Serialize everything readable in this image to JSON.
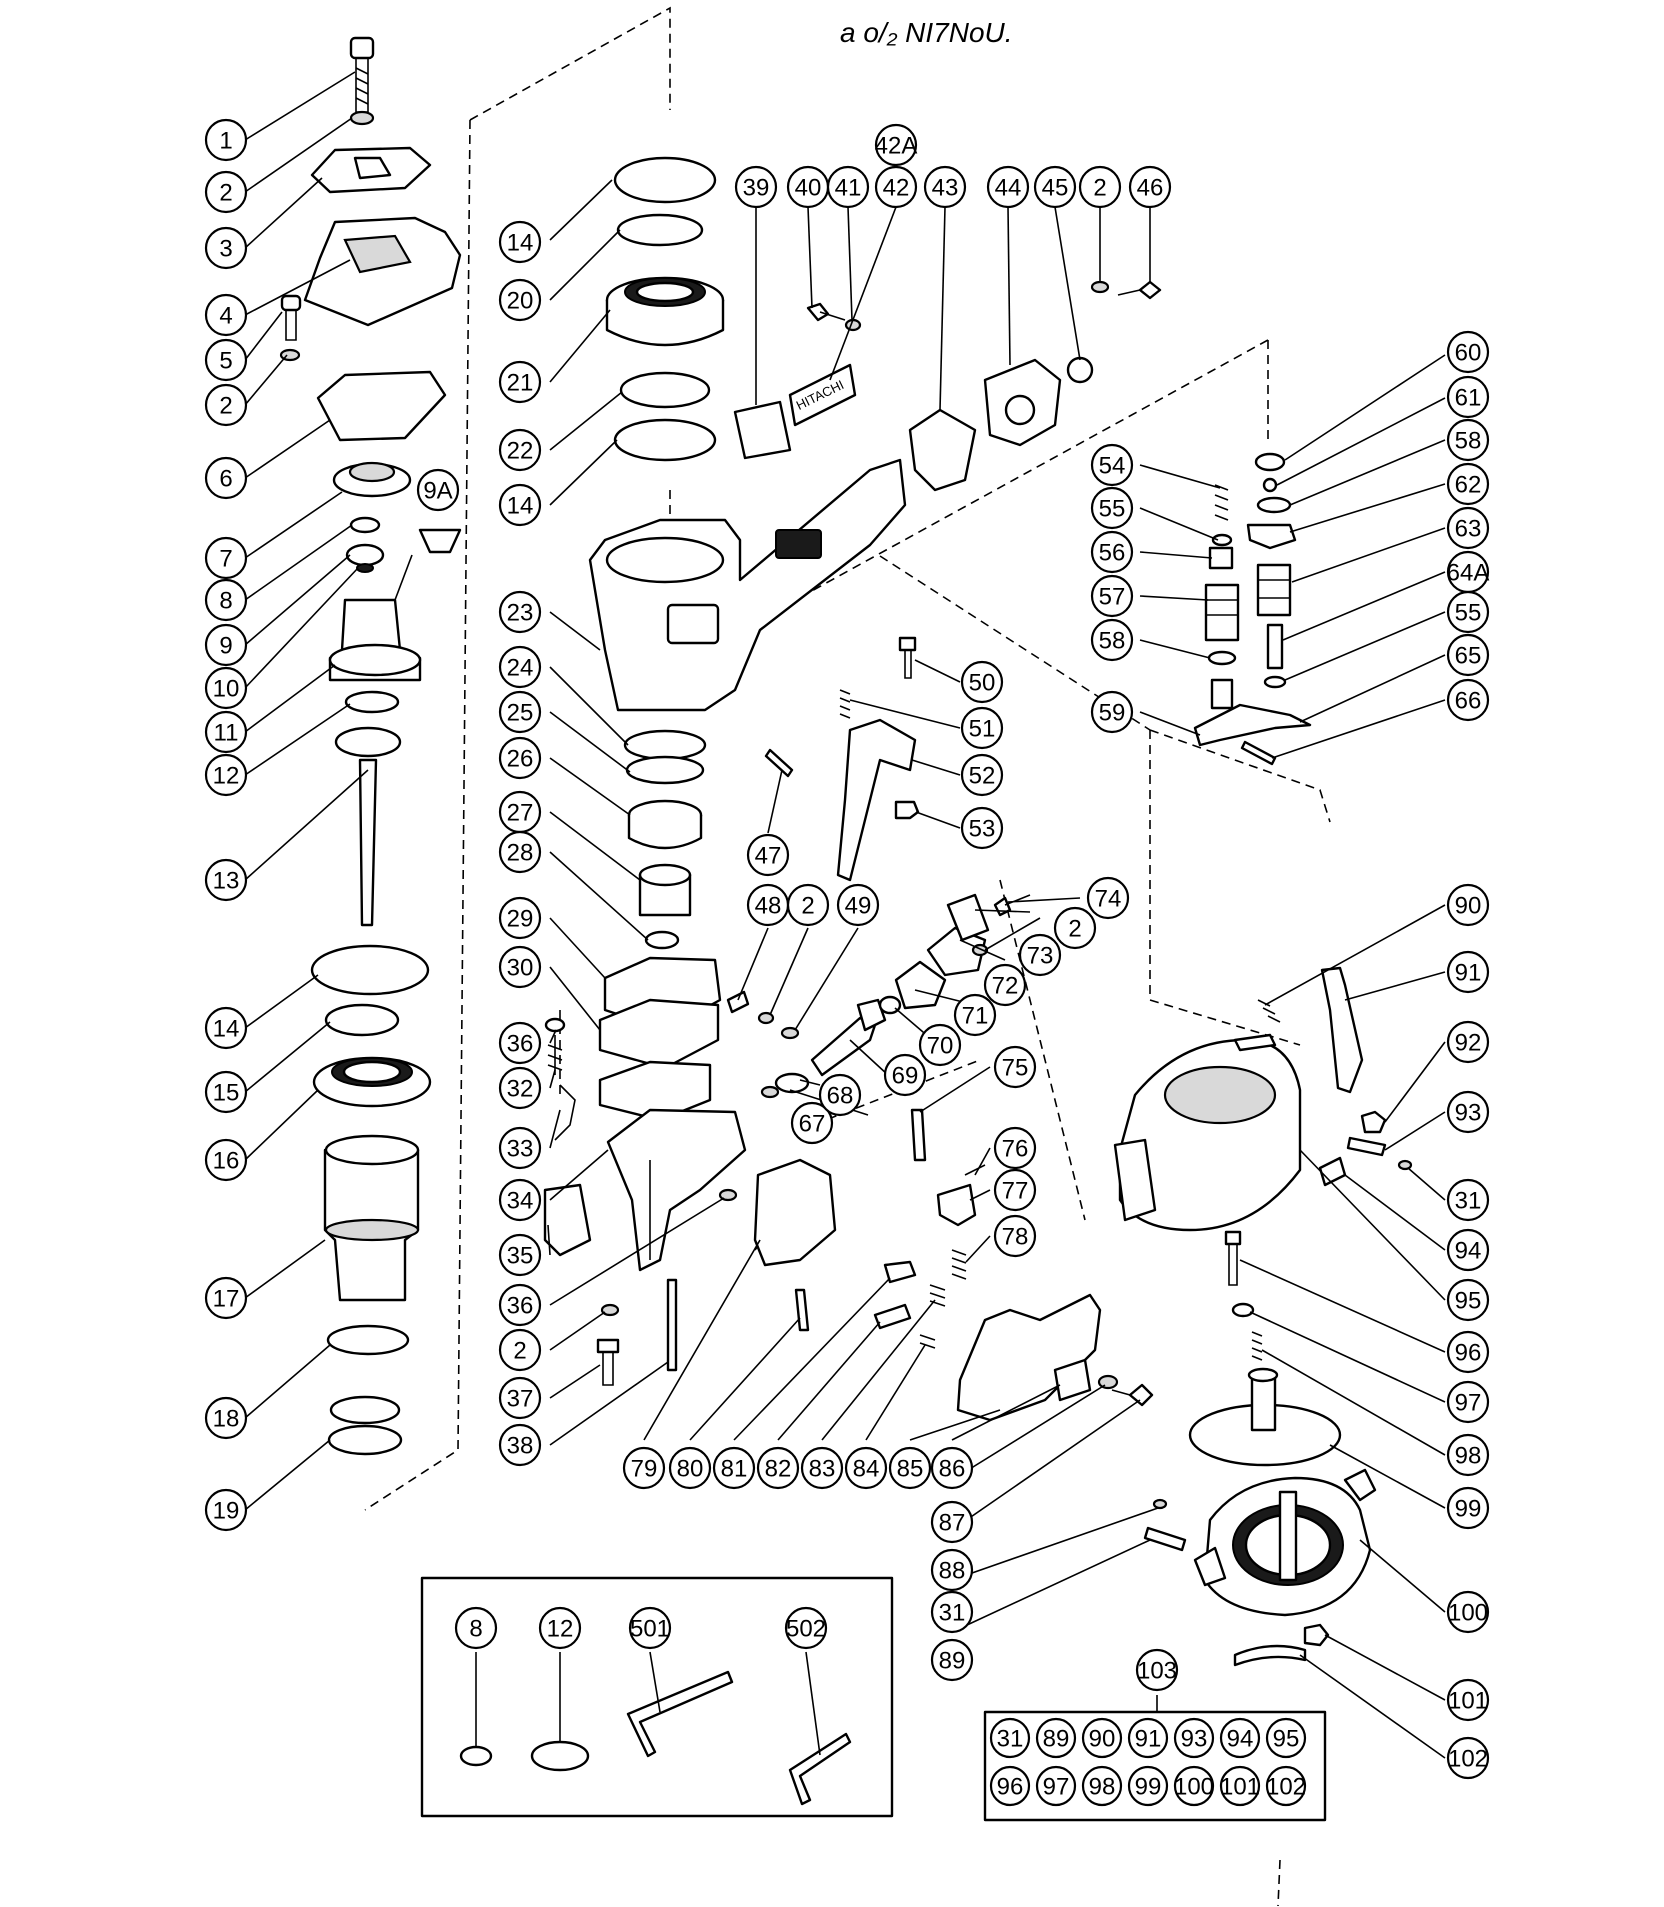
{
  "handwritten_note": "a o/₂ NI7NoU.",
  "brand_plate": "HITACHI",
  "callouts": [
    {
      "id": "1",
      "label": "1"
    },
    {
      "id": "2a",
      "label": "2"
    },
    {
      "id": "3",
      "label": "3"
    },
    {
      "id": "4",
      "label": "4"
    },
    {
      "id": "5",
      "label": "5"
    },
    {
      "id": "2b",
      "label": "2"
    },
    {
      "id": "6",
      "label": "6"
    },
    {
      "id": "7",
      "label": "7"
    },
    {
      "id": "8",
      "label": "8"
    },
    {
      "id": "9",
      "label": "9"
    },
    {
      "id": "9A",
      "label": "9A"
    },
    {
      "id": "10",
      "label": "10"
    },
    {
      "id": "11",
      "label": "11"
    },
    {
      "id": "12",
      "label": "12"
    },
    {
      "id": "13",
      "label": "13"
    },
    {
      "id": "14a",
      "label": "14"
    },
    {
      "id": "15",
      "label": "15"
    },
    {
      "id": "16",
      "label": "16"
    },
    {
      "id": "17",
      "label": "17"
    },
    {
      "id": "18",
      "label": "18"
    },
    {
      "id": "19",
      "label": "19"
    },
    {
      "id": "14b",
      "label": "14"
    },
    {
      "id": "20",
      "label": "20"
    },
    {
      "id": "21",
      "label": "21"
    },
    {
      "id": "22",
      "label": "22"
    },
    {
      "id": "14c",
      "label": "14"
    },
    {
      "id": "23",
      "label": "23"
    },
    {
      "id": "24",
      "label": "24"
    },
    {
      "id": "25",
      "label": "25"
    },
    {
      "id": "26",
      "label": "26"
    },
    {
      "id": "27",
      "label": "27"
    },
    {
      "id": "28",
      "label": "28"
    },
    {
      "id": "29",
      "label": "29"
    },
    {
      "id": "30",
      "label": "30"
    },
    {
      "id": "36a",
      "label": "36"
    },
    {
      "id": "32",
      "label": "32"
    },
    {
      "id": "33",
      "label": "33"
    },
    {
      "id": "34",
      "label": "34"
    },
    {
      "id": "35",
      "label": "35"
    },
    {
      "id": "36b",
      "label": "36"
    },
    {
      "id": "2c",
      "label": "2"
    },
    {
      "id": "37",
      "label": "37"
    },
    {
      "id": "38",
      "label": "38"
    },
    {
      "id": "39",
      "label": "39"
    },
    {
      "id": "40",
      "label": "40"
    },
    {
      "id": "41",
      "label": "41"
    },
    {
      "id": "42",
      "label": "42"
    },
    {
      "id": "42A",
      "label": "42A"
    },
    {
      "id": "43",
      "label": "43"
    },
    {
      "id": "44",
      "label": "44"
    },
    {
      "id": "45",
      "label": "45"
    },
    {
      "id": "2d",
      "label": "2"
    },
    {
      "id": "46",
      "label": "46"
    },
    {
      "id": "47",
      "label": "47"
    },
    {
      "id": "48",
      "label": "48"
    },
    {
      "id": "2e",
      "label": "2"
    },
    {
      "id": "49",
      "label": "49"
    },
    {
      "id": "50",
      "label": "50"
    },
    {
      "id": "51",
      "label": "51"
    },
    {
      "id": "52",
      "label": "52"
    },
    {
      "id": "53",
      "label": "53"
    },
    {
      "id": "54",
      "label": "54"
    },
    {
      "id": "55a",
      "label": "55"
    },
    {
      "id": "56",
      "label": "56"
    },
    {
      "id": "57",
      "label": "57"
    },
    {
      "id": "58a",
      "label": "58"
    },
    {
      "id": "59",
      "label": "59"
    },
    {
      "id": "60",
      "label": "60"
    },
    {
      "id": "61",
      "label": "61"
    },
    {
      "id": "58b",
      "label": "58"
    },
    {
      "id": "62",
      "label": "62"
    },
    {
      "id": "63",
      "label": "63"
    },
    {
      "id": "64A",
      "label": "64A"
    },
    {
      "id": "55b",
      "label": "55"
    },
    {
      "id": "65",
      "label": "65"
    },
    {
      "id": "66",
      "label": "66"
    },
    {
      "id": "67",
      "label": "67"
    },
    {
      "id": "68",
      "label": "68"
    },
    {
      "id": "69",
      "label": "69"
    },
    {
      "id": "70",
      "label": "70"
    },
    {
      "id": "71",
      "label": "71"
    },
    {
      "id": "72",
      "label": "72"
    },
    {
      "id": "73",
      "label": "73"
    },
    {
      "id": "2f",
      "label": "2"
    },
    {
      "id": "74",
      "label": "74"
    },
    {
      "id": "75",
      "label": "75"
    },
    {
      "id": "76",
      "label": "76"
    },
    {
      "id": "77",
      "label": "77"
    },
    {
      "id": "78",
      "label": "78"
    },
    {
      "id": "79",
      "label": "79"
    },
    {
      "id": "80",
      "label": "80"
    },
    {
      "id": "81",
      "label": "81"
    },
    {
      "id": "82",
      "label": "82"
    },
    {
      "id": "83",
      "label": "83"
    },
    {
      "id": "84",
      "label": "84"
    },
    {
      "id": "85",
      "label": "85"
    },
    {
      "id": "86",
      "label": "86"
    },
    {
      "id": "87",
      "label": "87"
    },
    {
      "id": "88",
      "label": "88"
    },
    {
      "id": "31a",
      "label": "31"
    },
    {
      "id": "89",
      "label": "89"
    },
    {
      "id": "90",
      "label": "90"
    },
    {
      "id": "91",
      "label": "91"
    },
    {
      "id": "92",
      "label": "92"
    },
    {
      "id": "93",
      "label": "93"
    },
    {
      "id": "31b",
      "label": "31"
    },
    {
      "id": "94",
      "label": "94"
    },
    {
      "id": "95",
      "label": "95"
    },
    {
      "id": "96",
      "label": "96"
    },
    {
      "id": "97",
      "label": "97"
    },
    {
      "id": "98",
      "label": "98"
    },
    {
      "id": "99",
      "label": "99"
    },
    {
      "id": "100",
      "label": "100"
    },
    {
      "id": "101",
      "label": "101"
    },
    {
      "id": "102",
      "label": "102"
    },
    {
      "id": "103",
      "label": "103"
    }
  ],
  "accessory_box": {
    "items": [
      {
        "label": "8",
        "shape": "small-ring"
      },
      {
        "label": "12",
        "shape": "large-ring"
      },
      {
        "label": "501",
        "shape": "hex-key-large"
      },
      {
        "label": "502",
        "shape": "hex-key-small"
      }
    ]
  },
  "kit_103": {
    "label": "103",
    "row1": [
      "31",
      "89",
      "90",
      "91",
      "93",
      "94",
      "95"
    ],
    "row2": [
      "96",
      "97",
      "98",
      "99",
      "100",
      "101",
      "102"
    ]
  }
}
